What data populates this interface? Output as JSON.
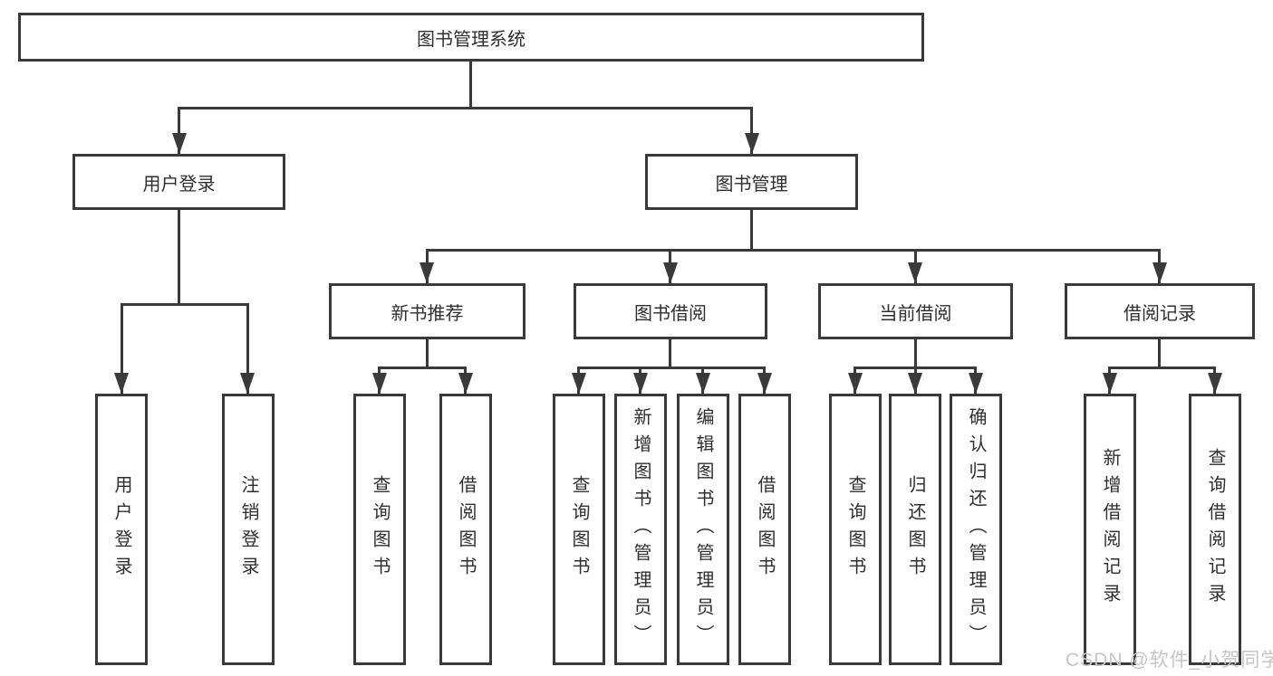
{
  "diagram": {
    "title": "图书管理系统",
    "watermark": "CSDN @软件_小贺同学",
    "colors": {
      "line": "#3a3a3a",
      "box_border": "#3a3a3a",
      "background": "#ffffff",
      "text": "#2f2f2f",
      "watermark": "#c6c6c6"
    },
    "tree": {
      "label": "图书管理系统",
      "children": [
        {
          "label": "用户登录",
          "children": [
            {
              "label": "用户登录"
            },
            {
              "label": "注销登录"
            }
          ]
        },
        {
          "label": "图书管理",
          "children": [
            {
              "label": "新书推荐",
              "children": [
                {
                  "label": "查询图书"
                },
                {
                  "label": "借阅图书"
                }
              ]
            },
            {
              "label": "图书借阅",
              "children": [
                {
                  "label": "查询图书"
                },
                {
                  "label": "新增图书（管理员）"
                },
                {
                  "label": "编辑图书（管理员）"
                },
                {
                  "label": "借阅图书"
                }
              ]
            },
            {
              "label": "当前借阅",
              "children": [
                {
                  "label": "查询图书"
                },
                {
                  "label": "归还图书"
                },
                {
                  "label": "确认归还（管理员）"
                }
              ]
            },
            {
              "label": "借阅记录",
              "children": [
                {
                  "label": "新增借阅记录"
                },
                {
                  "label": "查询借阅记录"
                }
              ]
            }
          ]
        }
      ]
    }
  }
}
